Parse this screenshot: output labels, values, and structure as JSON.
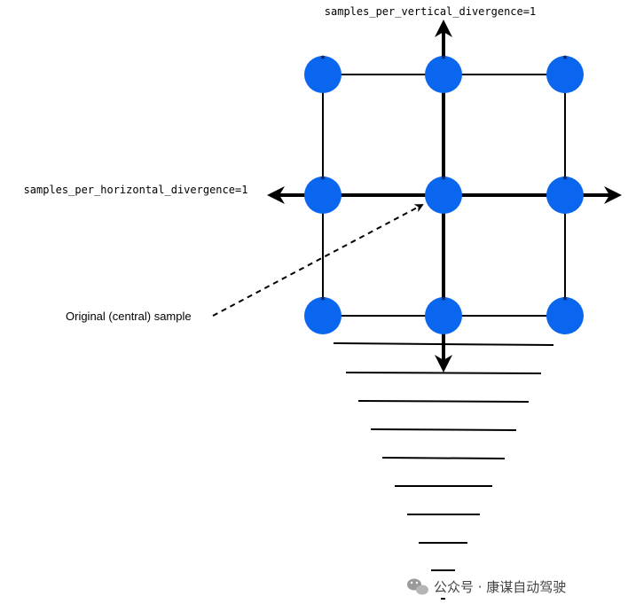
{
  "labels": {
    "vertical_divergence": "samples_per_vertical_divergence=1",
    "horizontal_divergence": "samples_per_horizontal_divergence=1",
    "original_sample": "Original (central) sample"
  },
  "watermark": {
    "text": "公众号 · 康谋自动驾驶",
    "icon": "wechat-icon"
  },
  "colors": {
    "sample_point": "#0a66ee",
    "lines": "#000000",
    "watermark_icon": "#9a9a9a"
  },
  "grid": {
    "rows": 3,
    "columns": 3,
    "center_marker": "*"
  }
}
